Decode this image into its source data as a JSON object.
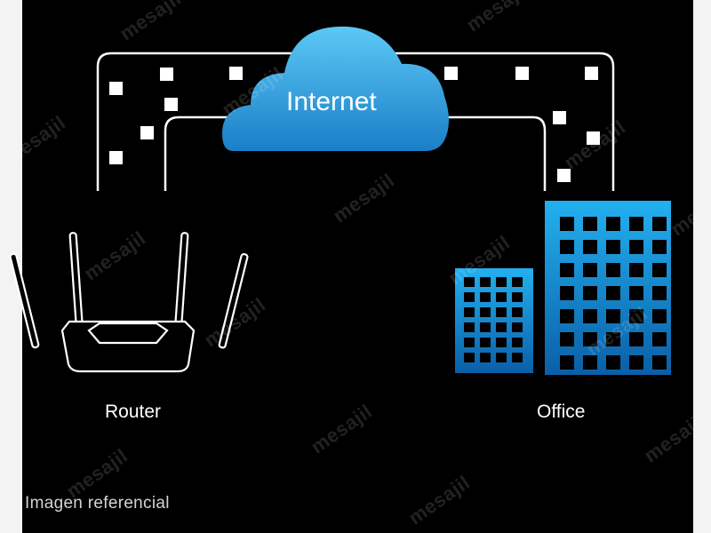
{
  "cloud_label": "Internet",
  "devices": {
    "router_label": "Router",
    "office_label": "Office"
  },
  "caption": "Imagen referencial",
  "watermark": "mesajil",
  "icons": [
    "cloud-icon",
    "router-icon",
    "office-building-icon",
    "data-packet-icon"
  ],
  "colors": {
    "background": "#000000",
    "cloud_top": "#5cc8f5",
    "cloud_bottom": "#1a7fc8",
    "building_top": "#23b0ef",
    "building_bottom": "#0a5fa7",
    "link_line": "#ffffff"
  }
}
